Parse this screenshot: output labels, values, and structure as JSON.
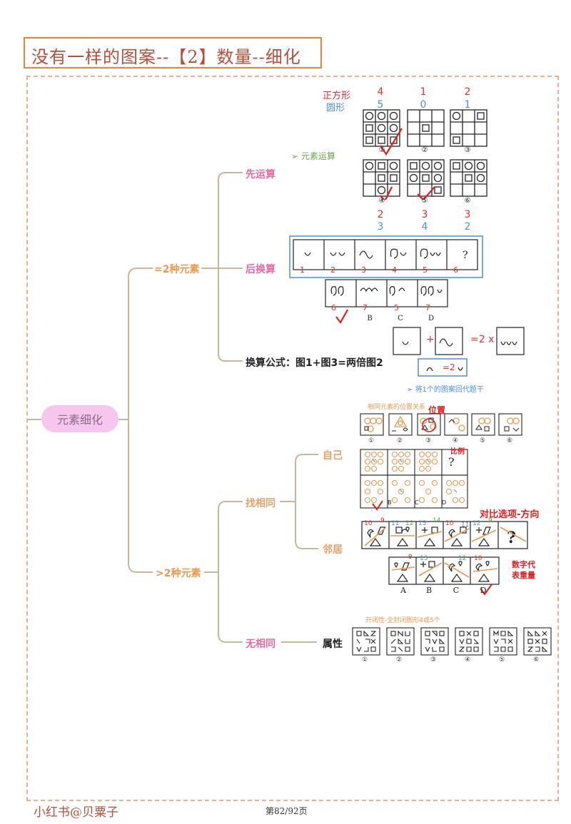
{
  "title": "没有一样的图案--【2】数量--细化",
  "root": "元素细化",
  "branches": {
    "two": "=2种元素",
    "more": ">2种元素"
  },
  "two_kinds": {
    "first_calc": "先运算",
    "element_calc_note": "元素运算",
    "then_convert": "后换算",
    "formula": "换算公式：图1+图3=两倍图2",
    "substitute_note": "将1个的图案回代题干",
    "grid_labels": {
      "square": "正方形",
      "circle": "圆形"
    },
    "top_counts": {
      "square": [
        "4",
        "1",
        "2"
      ],
      "circle": [
        "5",
        "0",
        "1"
      ]
    },
    "bottom_counts": {
      "square": [
        "2",
        "3",
        "3"
      ],
      "circle": [
        "3",
        "4",
        "2"
      ]
    },
    "grid_numbers": [
      "①",
      "②",
      "③",
      "④",
      "⑤",
      "⑥"
    ],
    "seq_numbers": [
      "1",
      "2",
      "3",
      "4",
      "5",
      "6"
    ],
    "seq_question": "?",
    "option_numbers": [
      "6",
      "7",
      "5",
      "7"
    ],
    "option_letters": [
      "A",
      "B",
      "C",
      "D"
    ],
    "eq_plus": "+",
    "eq_times": "=2 x",
    "eq_small": "=2"
  },
  "more_kinds": {
    "find_same": "找相同",
    "self": "自己",
    "neighbor": "邻居",
    "no_same": "无相同",
    "attribute": "属性",
    "position_note": "相同元素的位置关系",
    "position_tag": "位置",
    "ratio_tag": "比例",
    "compare_tag": "对比选项-方向",
    "digit_tag_1": "数字代",
    "digit_tag_2": "表重量",
    "closed_note": "开闭性-全封闭图形4或5个",
    "circled": [
      "①",
      "②",
      "③",
      "④",
      "⑤",
      "⑥"
    ],
    "seesaw_numbers": [
      "10",
      "9",
      "11",
      "12",
      "13",
      "14",
      "10",
      "11",
      "12",
      "9"
    ],
    "seesaw_options": [
      "9",
      "13",
      "12",
      "10"
    ],
    "question": "?"
  },
  "footer": {
    "brand": "小红书@贝粟子",
    "page": "第82/92页"
  },
  "colors": {
    "branch_line": "#c8b79a",
    "accent_orange": "#e99a4f",
    "accent_pink": "#e46aa0",
    "mark_red": "#e11d1d",
    "blue": "#4e8ed6"
  }
}
